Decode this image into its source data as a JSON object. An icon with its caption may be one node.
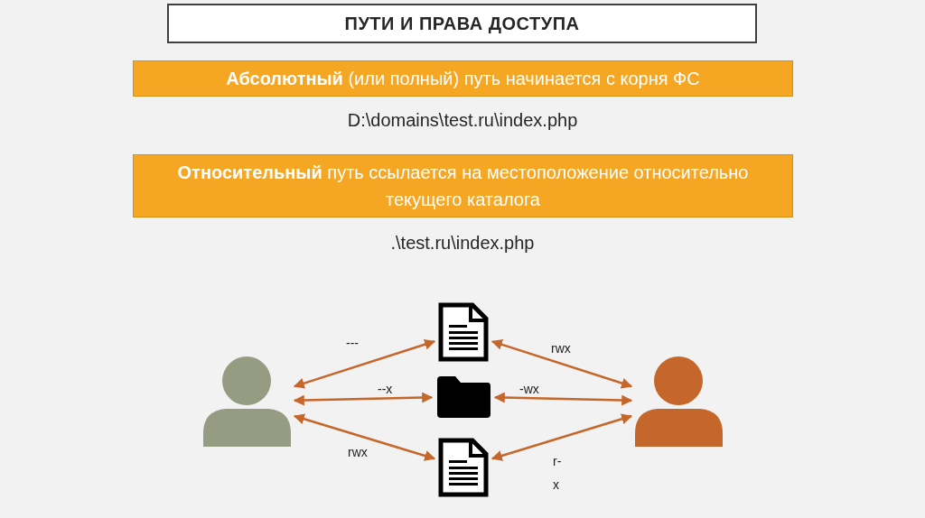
{
  "diagram": {
    "title": "ПУТИ И ПРАВА ДОСТУПА",
    "nodes": [
      {
        "text": [
          "**Абсолютный** (или полный) путь начинается с корня ФС"
        ]
      },
      {
        "text": [
          "**Относительный** путь ссылается на местоположение относительно текущего каталога"
        ]
      },
      {
        "text": [],
        "shape": "person"
      },
      {
        "text": [],
        "shape": "document"
      },
      {
        "text": [],
        "shape": "folder"
      },
      {
        "text": [],
        "shape": "document"
      },
      {
        "text": [],
        "shape": "person"
      }
    ],
    "edges": [
      {
        "from": 2,
        "to": 3,
        "arrow": "both",
        "label": "---"
      },
      {
        "from": 2,
        "to": 4,
        "arrow": "both",
        "label": "--x"
      },
      {
        "from": 2,
        "to": 5,
        "arrow": "both",
        "label": "rwx"
      },
      {
        "from": 6,
        "to": 3,
        "arrow": "both",
        "label": "rwx"
      },
      {
        "from": 6,
        "to": 4,
        "arrow": "both",
        "label": "-wx"
      },
      {
        "from": 6,
        "to": 5,
        "arrow": "both",
        "label": "r- x"
      }
    ],
    "labels": [
      "D:\\domains\\test.ru\\index.php",
      ".\\test.ru\\index.php"
    ]
  }
}
